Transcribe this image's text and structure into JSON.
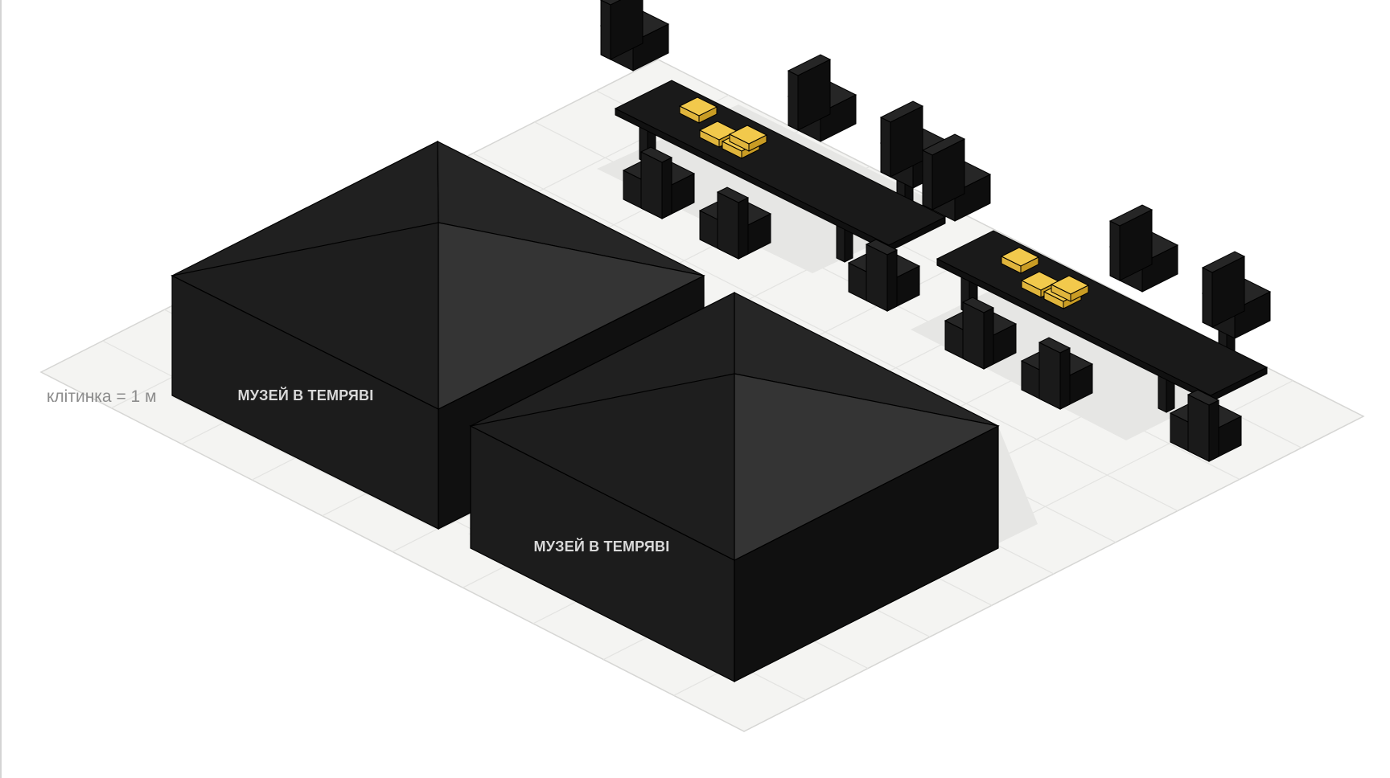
{
  "scene": {
    "scale_note": "клітинка = 1 м",
    "tents": [
      {
        "label": "МУЗЕЙ В ТЕМРЯВІ"
      },
      {
        "label": "МУЗЕЙ В ТЕМРЯВІ"
      }
    ],
    "tables": [
      {
        "chairs": 6,
        "items_on_table": 4
      },
      {
        "chairs": 6,
        "items_on_table": 4
      }
    ],
    "colors": {
      "floor": "#f4f4f2",
      "grid_line": "#e2e2e0",
      "shadow": "#e4e4e2",
      "tent_left": "#1b1b1b",
      "tent_right": "#0f0f0f",
      "roof_left": "#202020",
      "roof_right": "#343434",
      "furniture": "#1a1a1a",
      "items": "#f2c94c"
    },
    "icons": [
      "tent-icon",
      "table-icon",
      "chair-icon",
      "box-icon"
    ]
  }
}
